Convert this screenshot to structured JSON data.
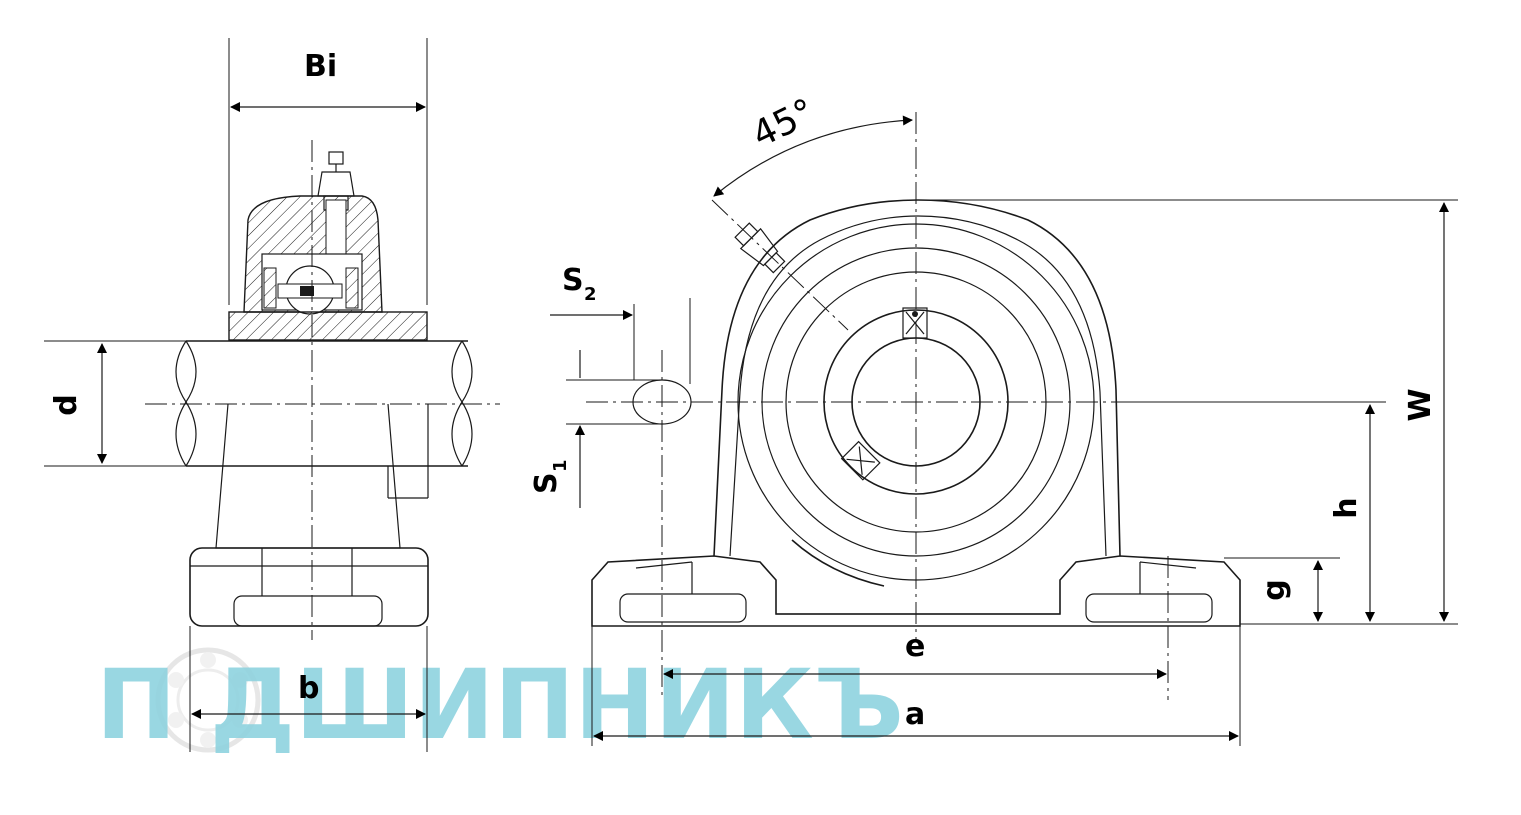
{
  "diagram": {
    "labels": {
      "Bi": "Bi",
      "d": "d",
      "b": "b",
      "angle": "45°",
      "S2_main": "S",
      "S2_sub": "2",
      "S1_main": "S",
      "S1_sub": "1",
      "W": "W",
      "h": "h",
      "g": "g",
      "e": "e",
      "a": "a"
    },
    "watermark": {
      "text": "П  ДШИПНИКЪ",
      "color": "#8fd3df"
    },
    "colors": {
      "line": "#1a1a1a",
      "hatch": "#1a1a1a",
      "background": "#ffffff"
    }
  }
}
